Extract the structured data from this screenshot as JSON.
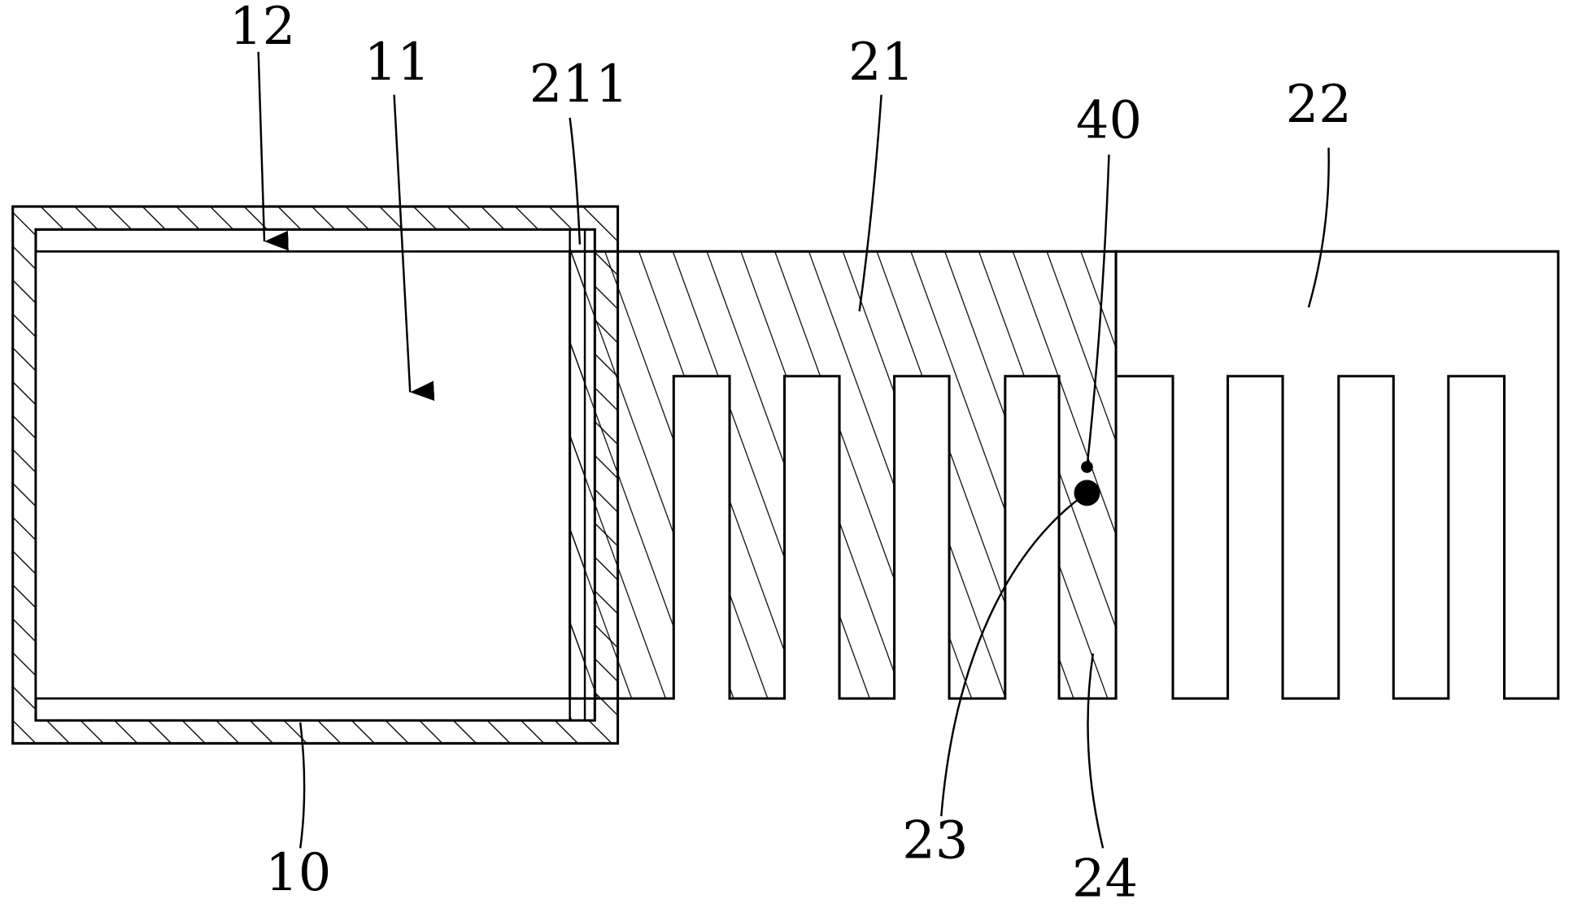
{
  "labels": {
    "box": "10",
    "cavity": "11",
    "gap": "12",
    "connector": "211",
    "hatched_part": "21",
    "fin_part": "22",
    "point": "23",
    "fin": "24",
    "probe": "40"
  },
  "colors": {
    "line": "#000000",
    "background": "#ffffff"
  }
}
